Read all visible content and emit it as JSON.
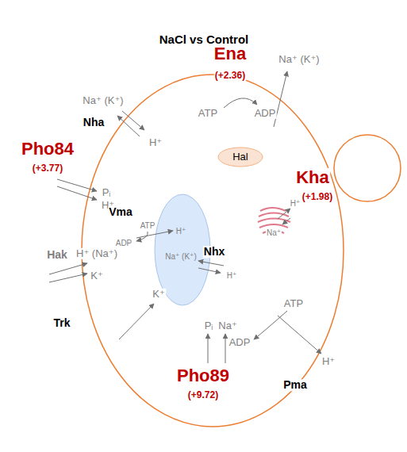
{
  "diagram": {
    "title": "NaCl vs Control",
    "nodes": [
      {
        "text": [
          "Hal"
        ]
      },
      {
        "text": [
          "H⁺",
          "Na⁺ (K⁺)"
        ]
      }
    ],
    "labels": [
      "Nha",
      "Na⁺ (K⁺)",
      "H⁺",
      "Ena",
      "(+2.36)",
      "Na⁺ (K⁺)",
      "ATP",
      "ADP",
      "Pho84",
      "(+3.77)",
      "Pᵢ",
      "H⁺",
      "Vma",
      "ATP",
      "ADP",
      "Kha",
      "(+1.98)",
      "H⁺",
      "Na⁺",
      "Nhx",
      "H⁺",
      "Hak",
      "H⁺ (Na⁺)",
      "K⁺",
      "K⁺",
      "Trk",
      "Pᵢ",
      "Na⁺",
      "ATP",
      "ADP",
      "H⁺",
      "Pma",
      "Pho89",
      "(+9.72)"
    ]
  }
}
